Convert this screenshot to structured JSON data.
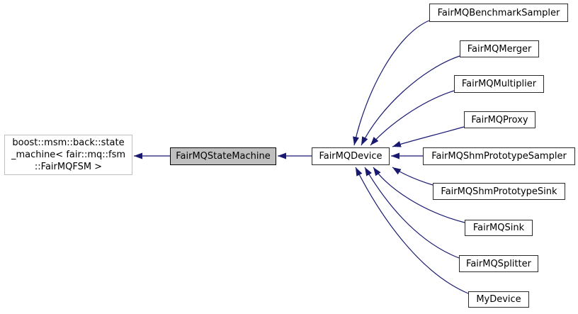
{
  "diagram": {
    "title": "FairMQStateMachine inheritance graph",
    "type": "class-inheritance-graph",
    "colors": {
      "background": "#ffffff",
      "arrow": "#191970",
      "node_fill": "#ffffff",
      "node_border": "#2a2a2a",
      "selected_node_fill": "#bfbfbf",
      "external_node_border": "#c0c0c0",
      "text": "#000000"
    }
  },
  "nodes": {
    "boost_msm": {
      "label": "boost::msm::back::state\n_machine< fair::mq::fsm\n::FairMQFSM >"
    },
    "state_machine": {
      "label": "FairMQStateMachine"
    },
    "device": {
      "label": "FairMQDevice"
    },
    "benchmark_sampler": {
      "label": "FairMQBenchmarkSampler"
    },
    "merger": {
      "label": "FairMQMerger"
    },
    "multiplier": {
      "label": "FairMQMultiplier"
    },
    "proxy": {
      "label": "FairMQProxy"
    },
    "shm_prototype_sampler": {
      "label": "FairMQShmPrototypeSampler"
    },
    "shm_prototype_sink": {
      "label": "FairMQShmPrototypeSink"
    },
    "sink": {
      "label": "FairMQSink"
    },
    "splitter": {
      "label": "FairMQSplitter"
    },
    "my_device": {
      "label": "MyDevice"
    }
  },
  "edges": [
    {
      "from": "FairMQStateMachine",
      "to": "boost::msm::back::state_machine< fair::mq::fsm::FairMQFSM >"
    },
    {
      "from": "FairMQDevice",
      "to": "FairMQStateMachine"
    },
    {
      "from": "FairMQBenchmarkSampler",
      "to": "FairMQDevice"
    },
    {
      "from": "FairMQMerger",
      "to": "FairMQDevice"
    },
    {
      "from": "FairMQMultiplier",
      "to": "FairMQDevice"
    },
    {
      "from": "FairMQProxy",
      "to": "FairMQDevice"
    },
    {
      "from": "FairMQShmPrototypeSampler",
      "to": "FairMQDevice"
    },
    {
      "from": "FairMQShmPrototypeSink",
      "to": "FairMQDevice"
    },
    {
      "from": "FairMQSink",
      "to": "FairMQDevice"
    },
    {
      "from": "FairMQSplitter",
      "to": "FairMQDevice"
    },
    {
      "from": "MyDevice",
      "to": "FairMQDevice"
    }
  ]
}
